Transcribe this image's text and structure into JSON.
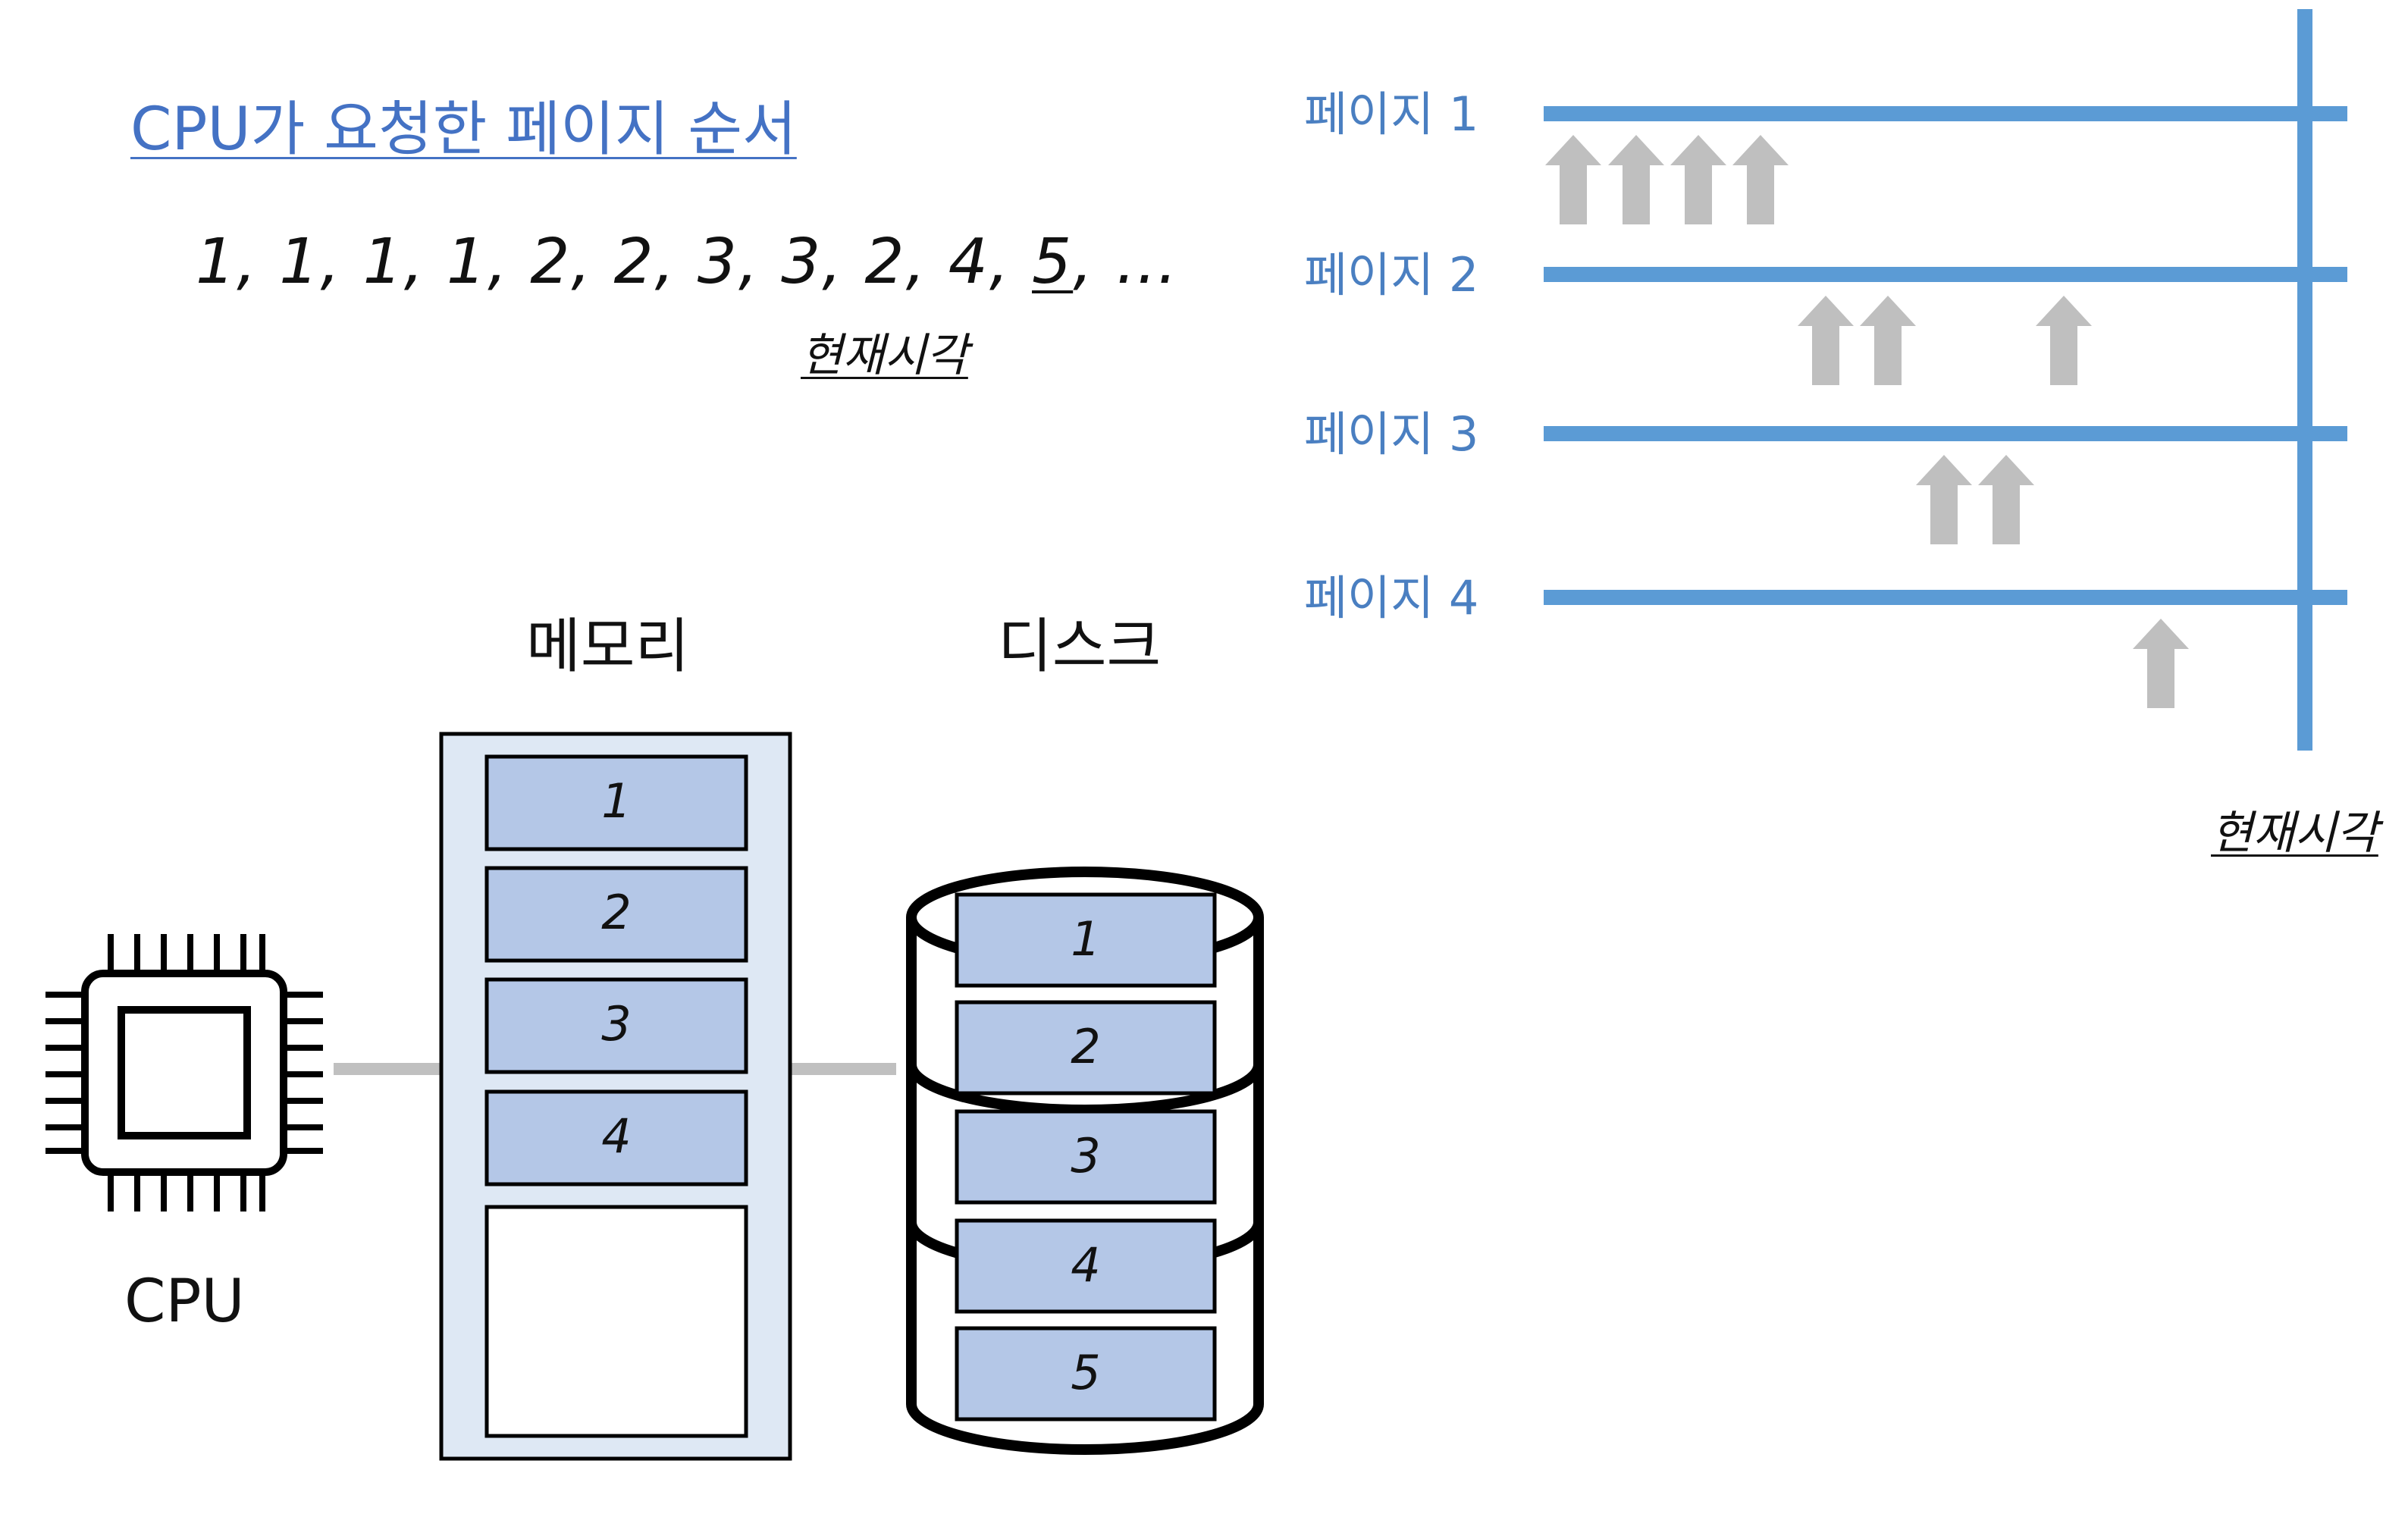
{
  "title": "CPU가 요청한 페이지 순서",
  "sequence": {
    "before": "1, 1, 1, 1, 2, 2, 3, 3, 2, 4, ",
    "current": "5",
    "after": ", …"
  },
  "current_time_label": "현재시각",
  "memory_label": "메모리",
  "disk_label": "디스크",
  "cpu_label": "CPU",
  "memory_slots": [
    "1",
    "2",
    "3",
    "4",
    ""
  ],
  "disk_slots": [
    "1",
    "2",
    "3",
    "4",
    "5"
  ],
  "pages": [
    {
      "label": "페이지 1"
    },
    {
      "label": "페이지 2"
    },
    {
      "label": "페이지 3"
    },
    {
      "label": "페이지 4"
    }
  ],
  "access_order": [
    1,
    1,
    1,
    1,
    2,
    2,
    3,
    3,
    2,
    4
  ],
  "colors": {
    "accent": "#4472c4",
    "timeline": "#5b9bd5",
    "arrow": "#bfbfbf",
    "slot_fill": "#b4c7e7",
    "memory_fill": "#dee8f4",
    "connector": "#c0c0c0"
  }
}
